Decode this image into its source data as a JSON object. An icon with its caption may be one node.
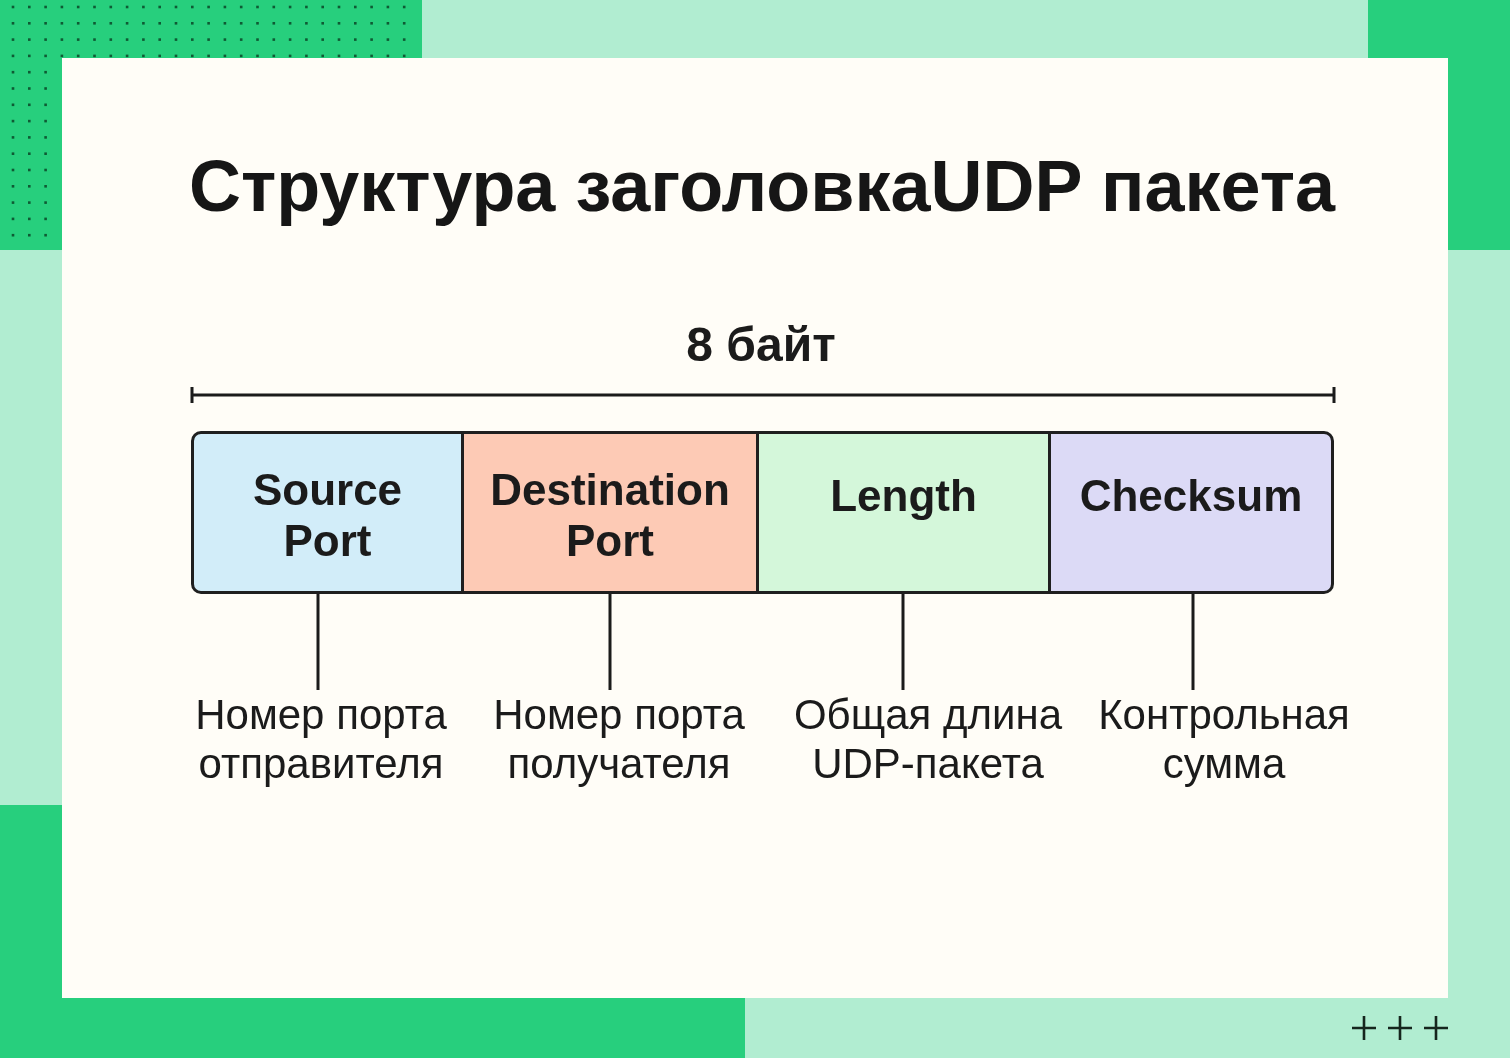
{
  "diagram": {
    "title": "Структура заголовкаUDP пакета",
    "nodes": [
      {
        "text": [
          "Source Port"
        ]
      },
      {
        "text": [
          "Destination Port"
        ]
      },
      {
        "text": [
          "Length"
        ]
      },
      {
        "text": [
          "Checksum"
        ]
      },
      {
        "text": [
          "Номер порта отправителя"
        ]
      },
      {
        "text": [
          "Номер порта получателя"
        ]
      },
      {
        "text": [
          "Общая длина UDP-пакета"
        ]
      },
      {
        "text": [
          "Контрольная сумма"
        ]
      }
    ],
    "edges": [
      {
        "from": 0,
        "to": 4,
        "arrow": "none"
      },
      {
        "from": 1,
        "to": 5,
        "arrow": "none"
      },
      {
        "from": 2,
        "to": 6,
        "arrow": "none"
      },
      {
        "from": 3,
        "to": 7,
        "arrow": "none"
      }
    ],
    "labels": [
      "8 байт"
    ]
  }
}
